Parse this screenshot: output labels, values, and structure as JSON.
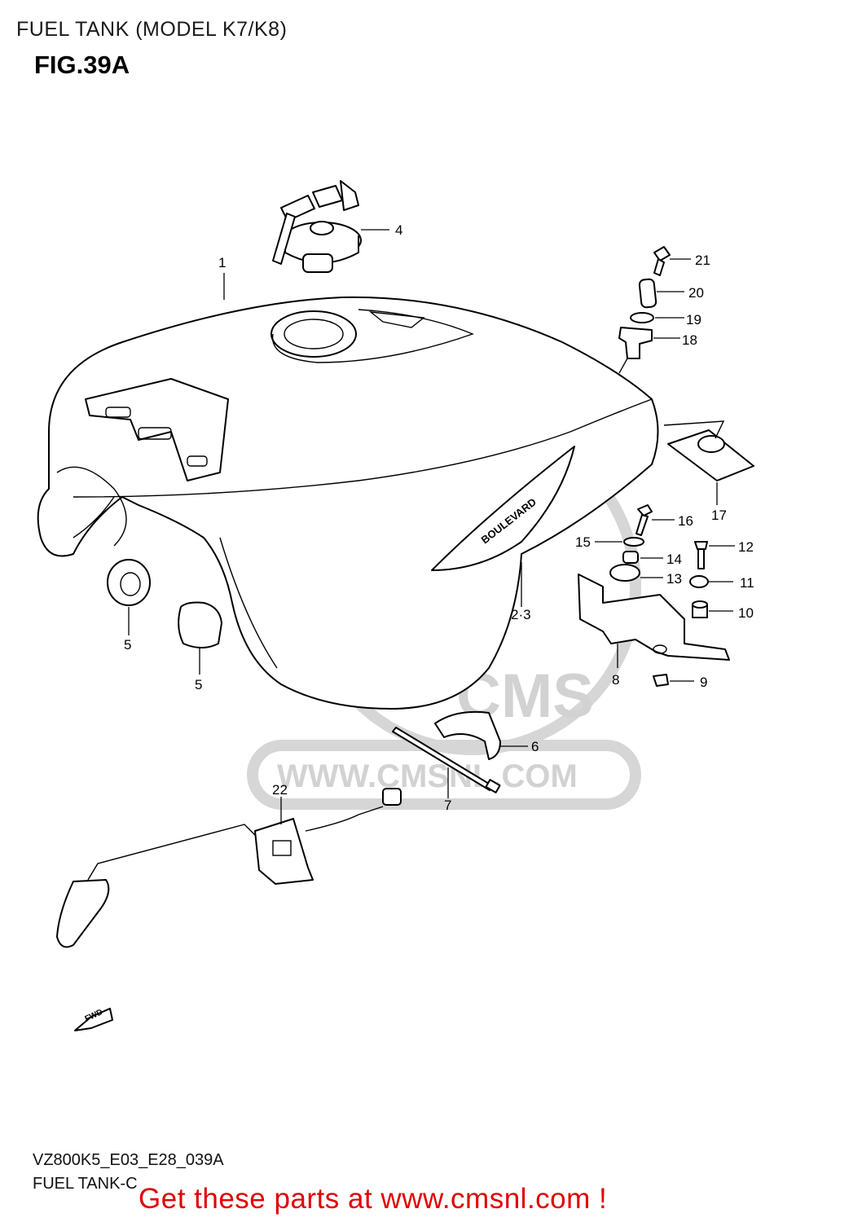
{
  "header": {
    "title": "FUEL TANK (MODEL K7/K8)",
    "figure": "FIG.39A"
  },
  "watermark": {
    "logo_text": "CMS",
    "url_text": "WWW.CMSNL.COM"
  },
  "callouts": {
    "c1": "1",
    "c2_3": "2·3",
    "c4": "4",
    "c5a": "5",
    "c5b": "5",
    "c6": "6",
    "c7": "7",
    "c8": "8",
    "c9": "9",
    "c10": "10",
    "c11": "11",
    "c12": "12",
    "c13": "13",
    "c14": "14",
    "c15": "15",
    "c16": "16",
    "c17": "17",
    "c18": "18",
    "c19": "19",
    "c20": "20",
    "c21": "21",
    "c22": "22"
  },
  "fwd_marker": "FWD",
  "tank_emblem": "BOULEVARD",
  "footer": {
    "model_code": "VZ800K5_E03_E28_039A",
    "section_name": "FUEL TANK-C",
    "promo": "Get these parts at www.cmsnl.com !"
  },
  "colors": {
    "promo": "#e00000",
    "watermark": "#d6d6d6",
    "line": "#000000"
  }
}
